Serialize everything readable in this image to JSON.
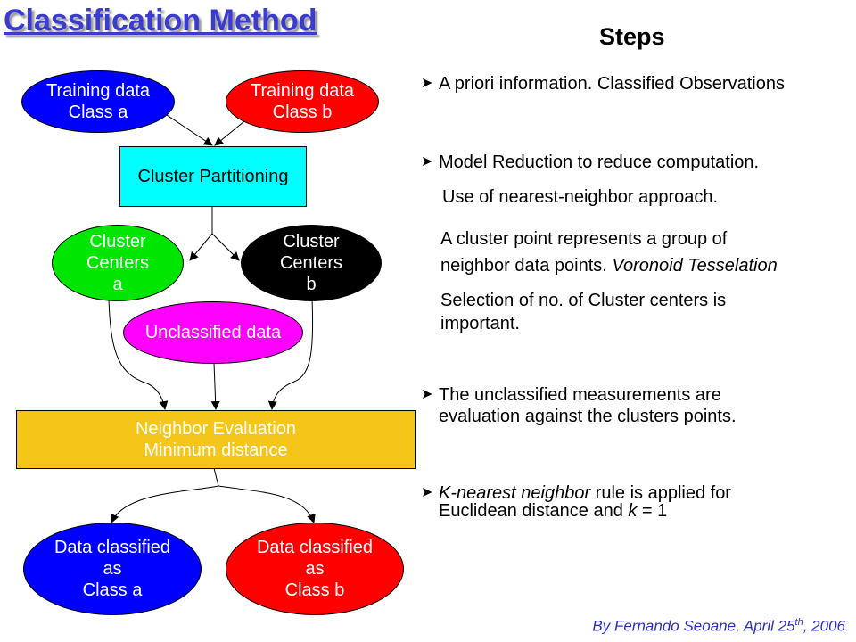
{
  "title": "Classification Method",
  "steps_title": "Steps",
  "nodes": {
    "training_a": [
      "Training data",
      "Class a"
    ],
    "training_b": [
      "Training data",
      "Class b"
    ],
    "cluster_partitioning": "Cluster Partitioning",
    "centers_a": [
      "Cluster",
      "Centers",
      "a"
    ],
    "centers_b": [
      "Cluster",
      "Centers",
      "b"
    ],
    "unclassified": "Unclassified data",
    "neighbor_eval": [
      "Neighbor Evaluation",
      "Minimum distance"
    ],
    "classified_a": [
      "Data classified",
      "as",
      "Class a"
    ],
    "classified_b": [
      "Data classified",
      "as",
      "Class b"
    ]
  },
  "steps": {
    "s1": "A priori information. Classified Observations",
    "s2": "Model Reduction to reduce computation.",
    "s2_line2": "Use of nearest-neighbor approach.",
    "s3_line1": "A cluster point represents a group of",
    "s3_line2a": "neighbor data points. ",
    "s3_line2b": "Voronoid Tesselation",
    "s4_line1": "Selection of no. of Cluster centers is",
    "s4_line2": "important.",
    "s5_line1": "The unclassified measurements are",
    "s5_line2": "evaluation against the clusters points.",
    "s6_a": "K-nearest neighbor",
    "s6_b": " rule is applied for",
    "s6_line2a": "Euclidean distance and ",
    "s6_line2b": "k",
    "s6_line2c": " = 1"
  },
  "footer": {
    "text": "By Fernando Seoane, April 25",
    "sup": "th",
    "tail": ", 2006"
  },
  "colors": {
    "title": "#3b3bd1",
    "blue": "#0000ff",
    "red": "#ff0000",
    "cyan": "#00ffff",
    "green": "#00e600",
    "black": "#000000",
    "magenta": "#ff00ff",
    "gold": "#f5c518"
  },
  "icons": {
    "bullet": "arrow-bullet-icon"
  }
}
